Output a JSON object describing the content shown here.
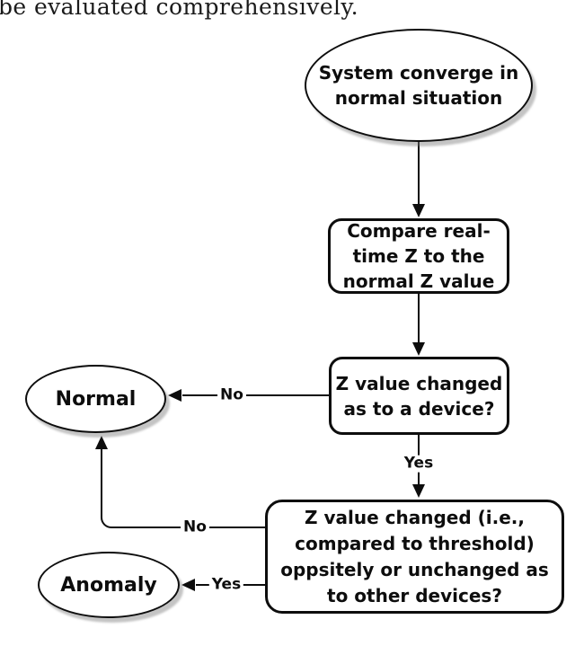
{
  "document": {
    "text_fragment": "be evaluated comprehensively."
  },
  "flowchart": {
    "colors": {
      "stroke": "#0d0d0d",
      "fill": "#ffffff",
      "text": "#0d0d0d",
      "shadow": "#7d7d7d"
    },
    "nodes": [
      {
        "id": "start",
        "shape": "ellipse",
        "label": "System converge in\nnormal situation"
      },
      {
        "id": "compare",
        "shape": "rounded-rect",
        "label": "Compare real-\ntime Z to the\nnormal Z value"
      },
      {
        "id": "device-check",
        "shape": "rounded-rect",
        "label": "Z value changed\nas to a device?"
      },
      {
        "id": "normal",
        "shape": "ellipse",
        "label": "Normal"
      },
      {
        "id": "other-devices-check",
        "shape": "rounded-rect",
        "label": "Z value changed (i.e.,\ncompared to threshold)\noppsitely or unchanged as\nto other devices?"
      },
      {
        "id": "anomaly",
        "shape": "ellipse",
        "label": "Anomaly"
      }
    ],
    "edges": [
      {
        "from": "start",
        "to": "compare",
        "label": ""
      },
      {
        "from": "compare",
        "to": "device-check",
        "label": ""
      },
      {
        "from": "device-check",
        "to": "normal",
        "label": "No"
      },
      {
        "from": "device-check",
        "to": "other-devices-check",
        "label": "Yes"
      },
      {
        "from": "other-devices-check",
        "to": "normal",
        "label": "No"
      },
      {
        "from": "other-devices-check",
        "to": "anomaly",
        "label": "Yes"
      }
    ]
  }
}
